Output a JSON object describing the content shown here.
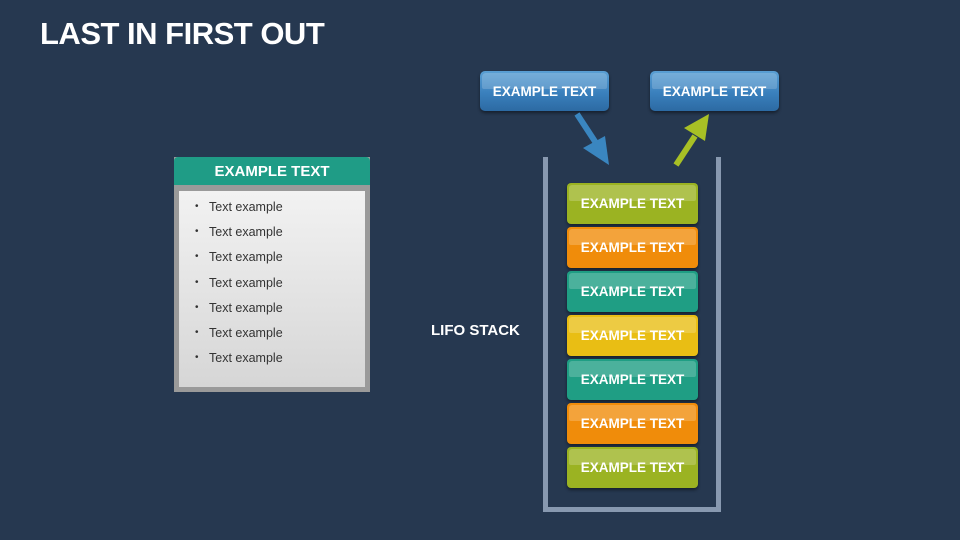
{
  "title": "LAST IN FIRST OUT",
  "panel": {
    "header": "EXAMPLE TEXT",
    "items": [
      "Text example",
      "Text example",
      "Text example",
      "Text example",
      "Text example",
      "Text example",
      "Text example"
    ]
  },
  "top_boxes": [
    "EXAMPLE TEXT",
    "EXAMPLE TEXT"
  ],
  "lifo_label": "LIFO STACK",
  "stack": [
    {
      "label": "EXAMPLE TEXT",
      "color": "#9bb322"
    },
    {
      "label": "EXAMPLE TEXT",
      "color": "#f08c0a"
    },
    {
      "label": "EXAMPLE TEXT",
      "color": "#1f9e84"
    },
    {
      "label": "EXAMPLE TEXT",
      "color": "#e9be14"
    },
    {
      "label": "EXAMPLE TEXT",
      "color": "#1f9e84"
    },
    {
      "label": "EXAMPLE TEXT",
      "color": "#f08c0a"
    },
    {
      "label": "EXAMPLE TEXT",
      "color": "#9bb322"
    }
  ],
  "colors": {
    "background": "#263850",
    "panel_header": "#1f9c86",
    "top_box": "#3a80bd",
    "push_arrow": "#3a86c0",
    "pop_arrow": "#a8c025",
    "container": "#8899b0"
  },
  "icons": {
    "push": "arrow-down-right-icon",
    "pop": "arrow-up-right-icon"
  }
}
